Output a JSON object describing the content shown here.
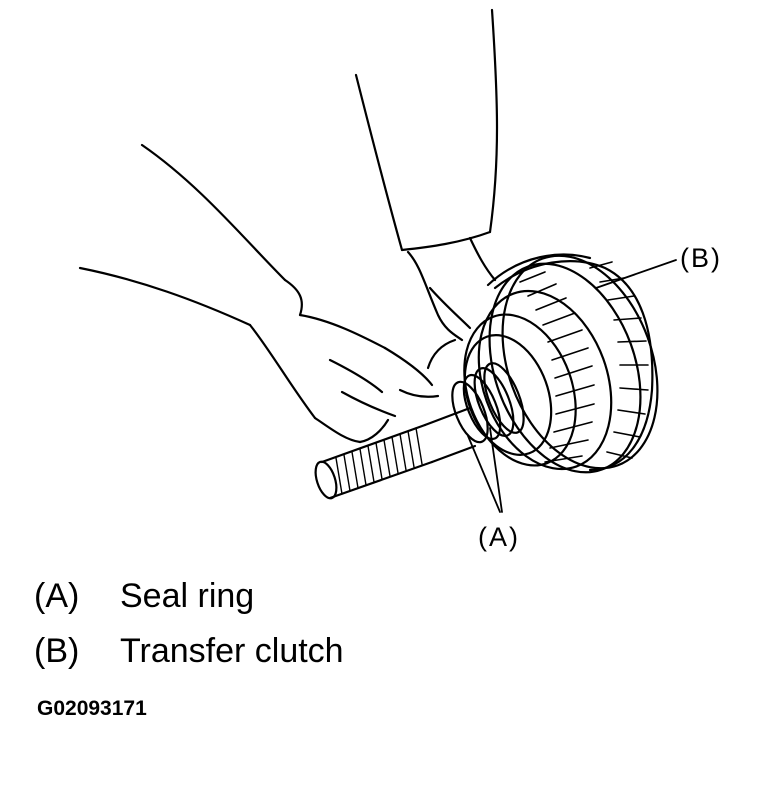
{
  "figure": {
    "callouts": {
      "b": "(B)",
      "a": "(A)"
    },
    "legend": [
      {
        "key": "(A)",
        "label": "Seal ring"
      },
      {
        "key": "(B)",
        "label": "Transfer clutch"
      }
    ],
    "figure_id": "G02093171"
  },
  "colors": {
    "ink": "#000000",
    "paper": "#ffffff"
  }
}
